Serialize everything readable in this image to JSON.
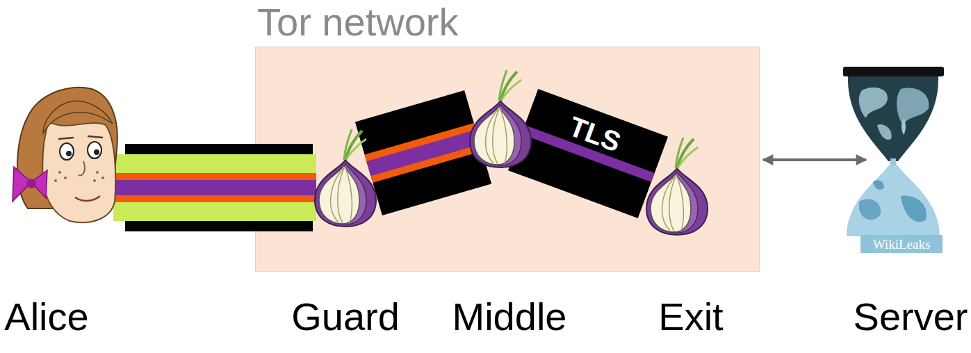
{
  "diagram": {
    "nodes": [
      {
        "text": [
          "Tor network"
        ]
      },
      {
        "text": [
          "Alice"
        ]
      },
      {
        "text": [
          "Guard"
        ],
        "in": 0
      },
      {
        "text": [
          "Middle"
        ],
        "in": 0
      },
      {
        "text": [
          "Exit"
        ],
        "in": 0
      },
      {
        "text": [
          "Server"
        ]
      }
    ],
    "edges": [
      {
        "from": 1,
        "to": 2,
        "arrow": "none"
      },
      {
        "from": 2,
        "to": 3,
        "arrow": "none"
      },
      {
        "from": 3,
        "to": 4,
        "arrow": "none",
        "label": "TLS"
      },
      {
        "from": 0,
        "to": 5,
        "arrow": "both"
      }
    ],
    "labels": [
      "WikiLeaks"
    ]
  }
}
